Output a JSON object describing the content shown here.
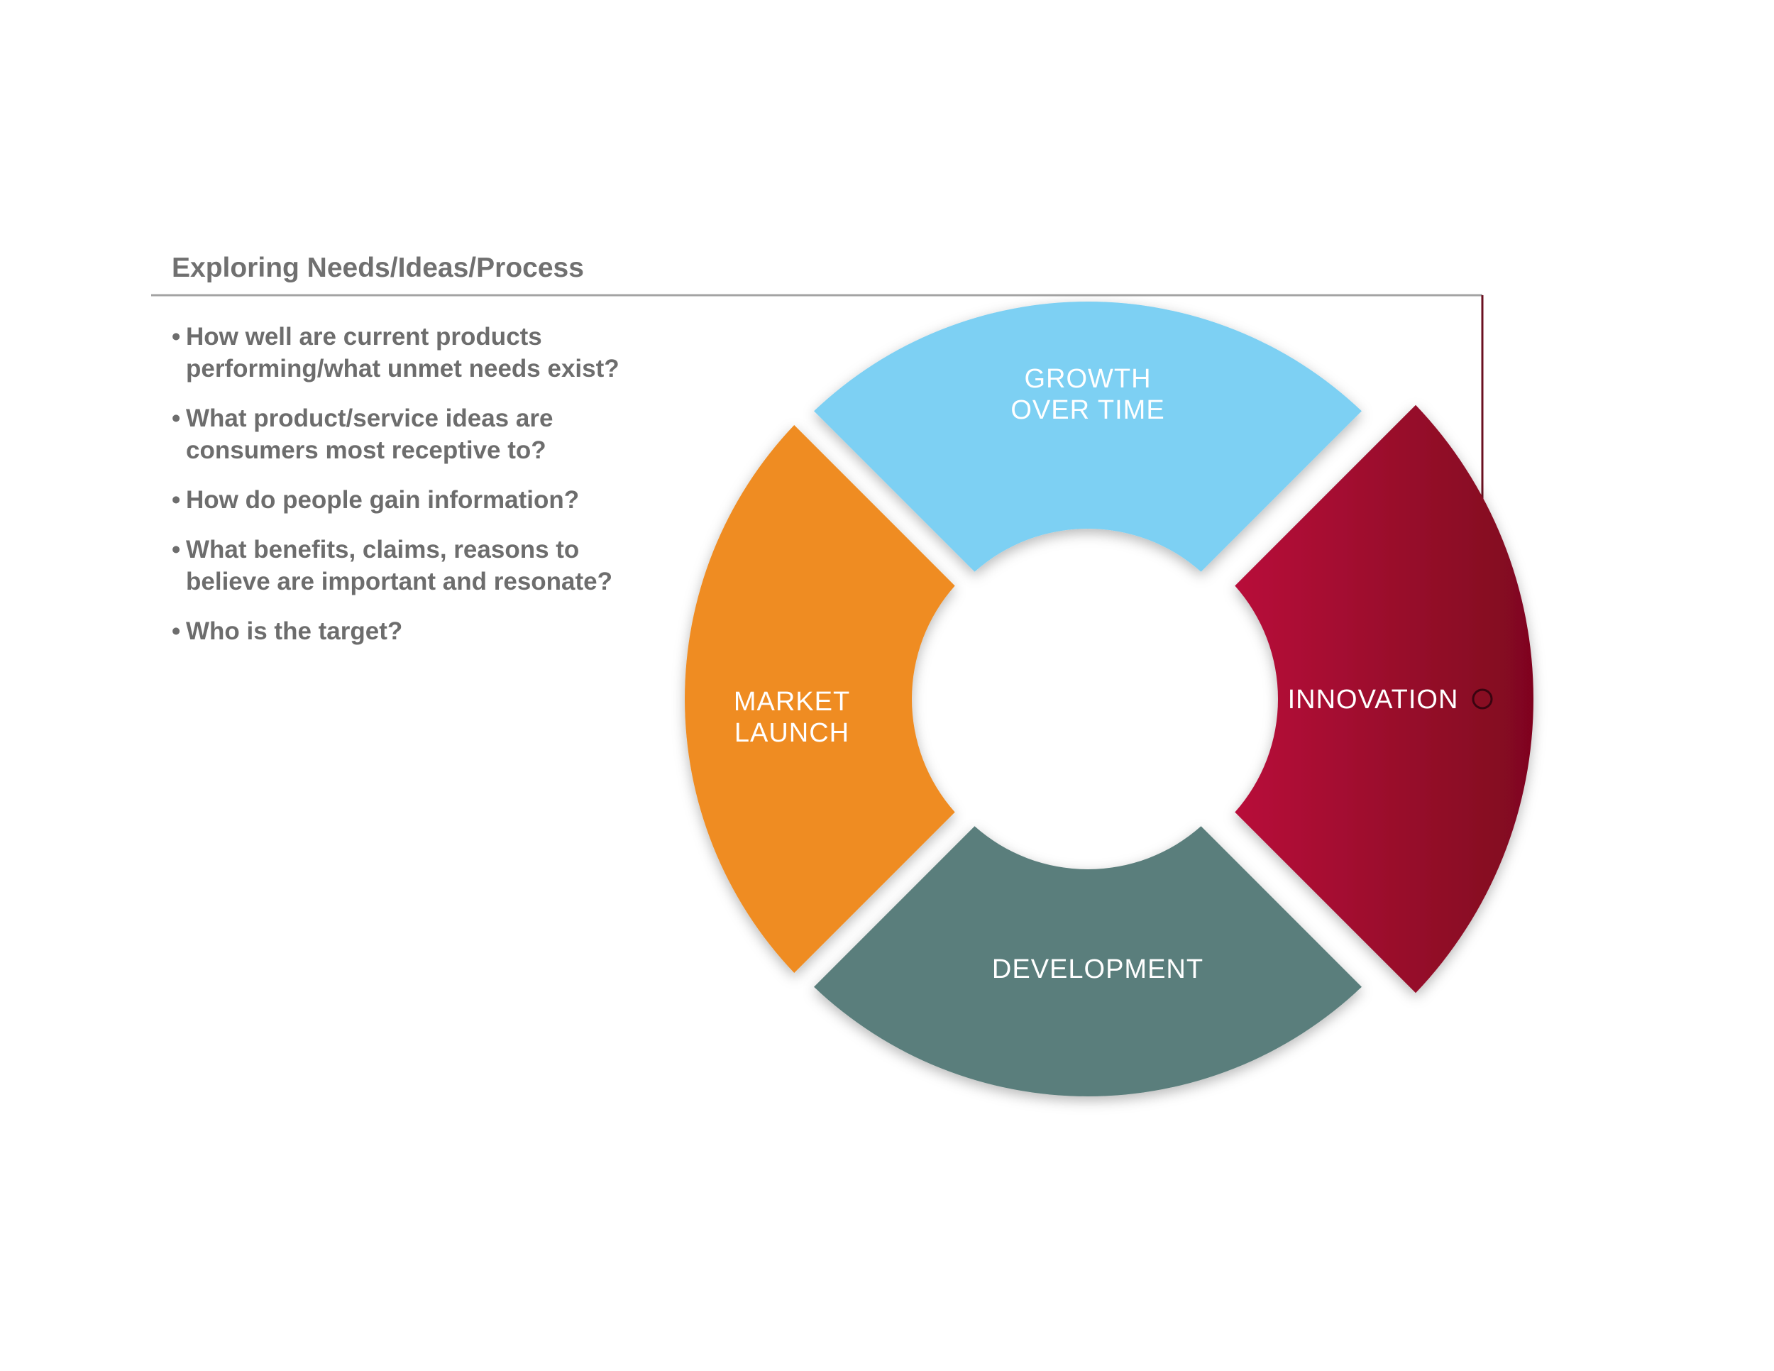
{
  "callout": {
    "title": "Exploring Needs/Ideas/Process",
    "bullets": [
      "How well are current products\nperforming/what unmet needs exist?",
      "What product/service ideas are\nconsumers most receptive to?",
      "How do people gain information?",
      "What benefits, claims, reasons to\nbelieve are important and resonate?",
      "Who is the target?"
    ],
    "bullet_char": "•"
  },
  "cycle": {
    "segments": [
      {
        "id": "growth",
        "lines": [
          "GROWTH",
          "OVER TIME"
        ],
        "color": "#7dd0f3"
      },
      {
        "id": "innovation",
        "lines": [
          "INNOVATION"
        ],
        "color": "#a50f33"
      },
      {
        "id": "development",
        "lines": [
          "DEVELOPMENT"
        ],
        "color": "#5a7e7b"
      },
      {
        "id": "market-launch",
        "lines": [
          "MARKET",
          "LAUNCH"
        ],
        "color": "#ef8c21"
      }
    ],
    "highlighted": "innovation",
    "connector_color": "#a3a3a3"
  }
}
